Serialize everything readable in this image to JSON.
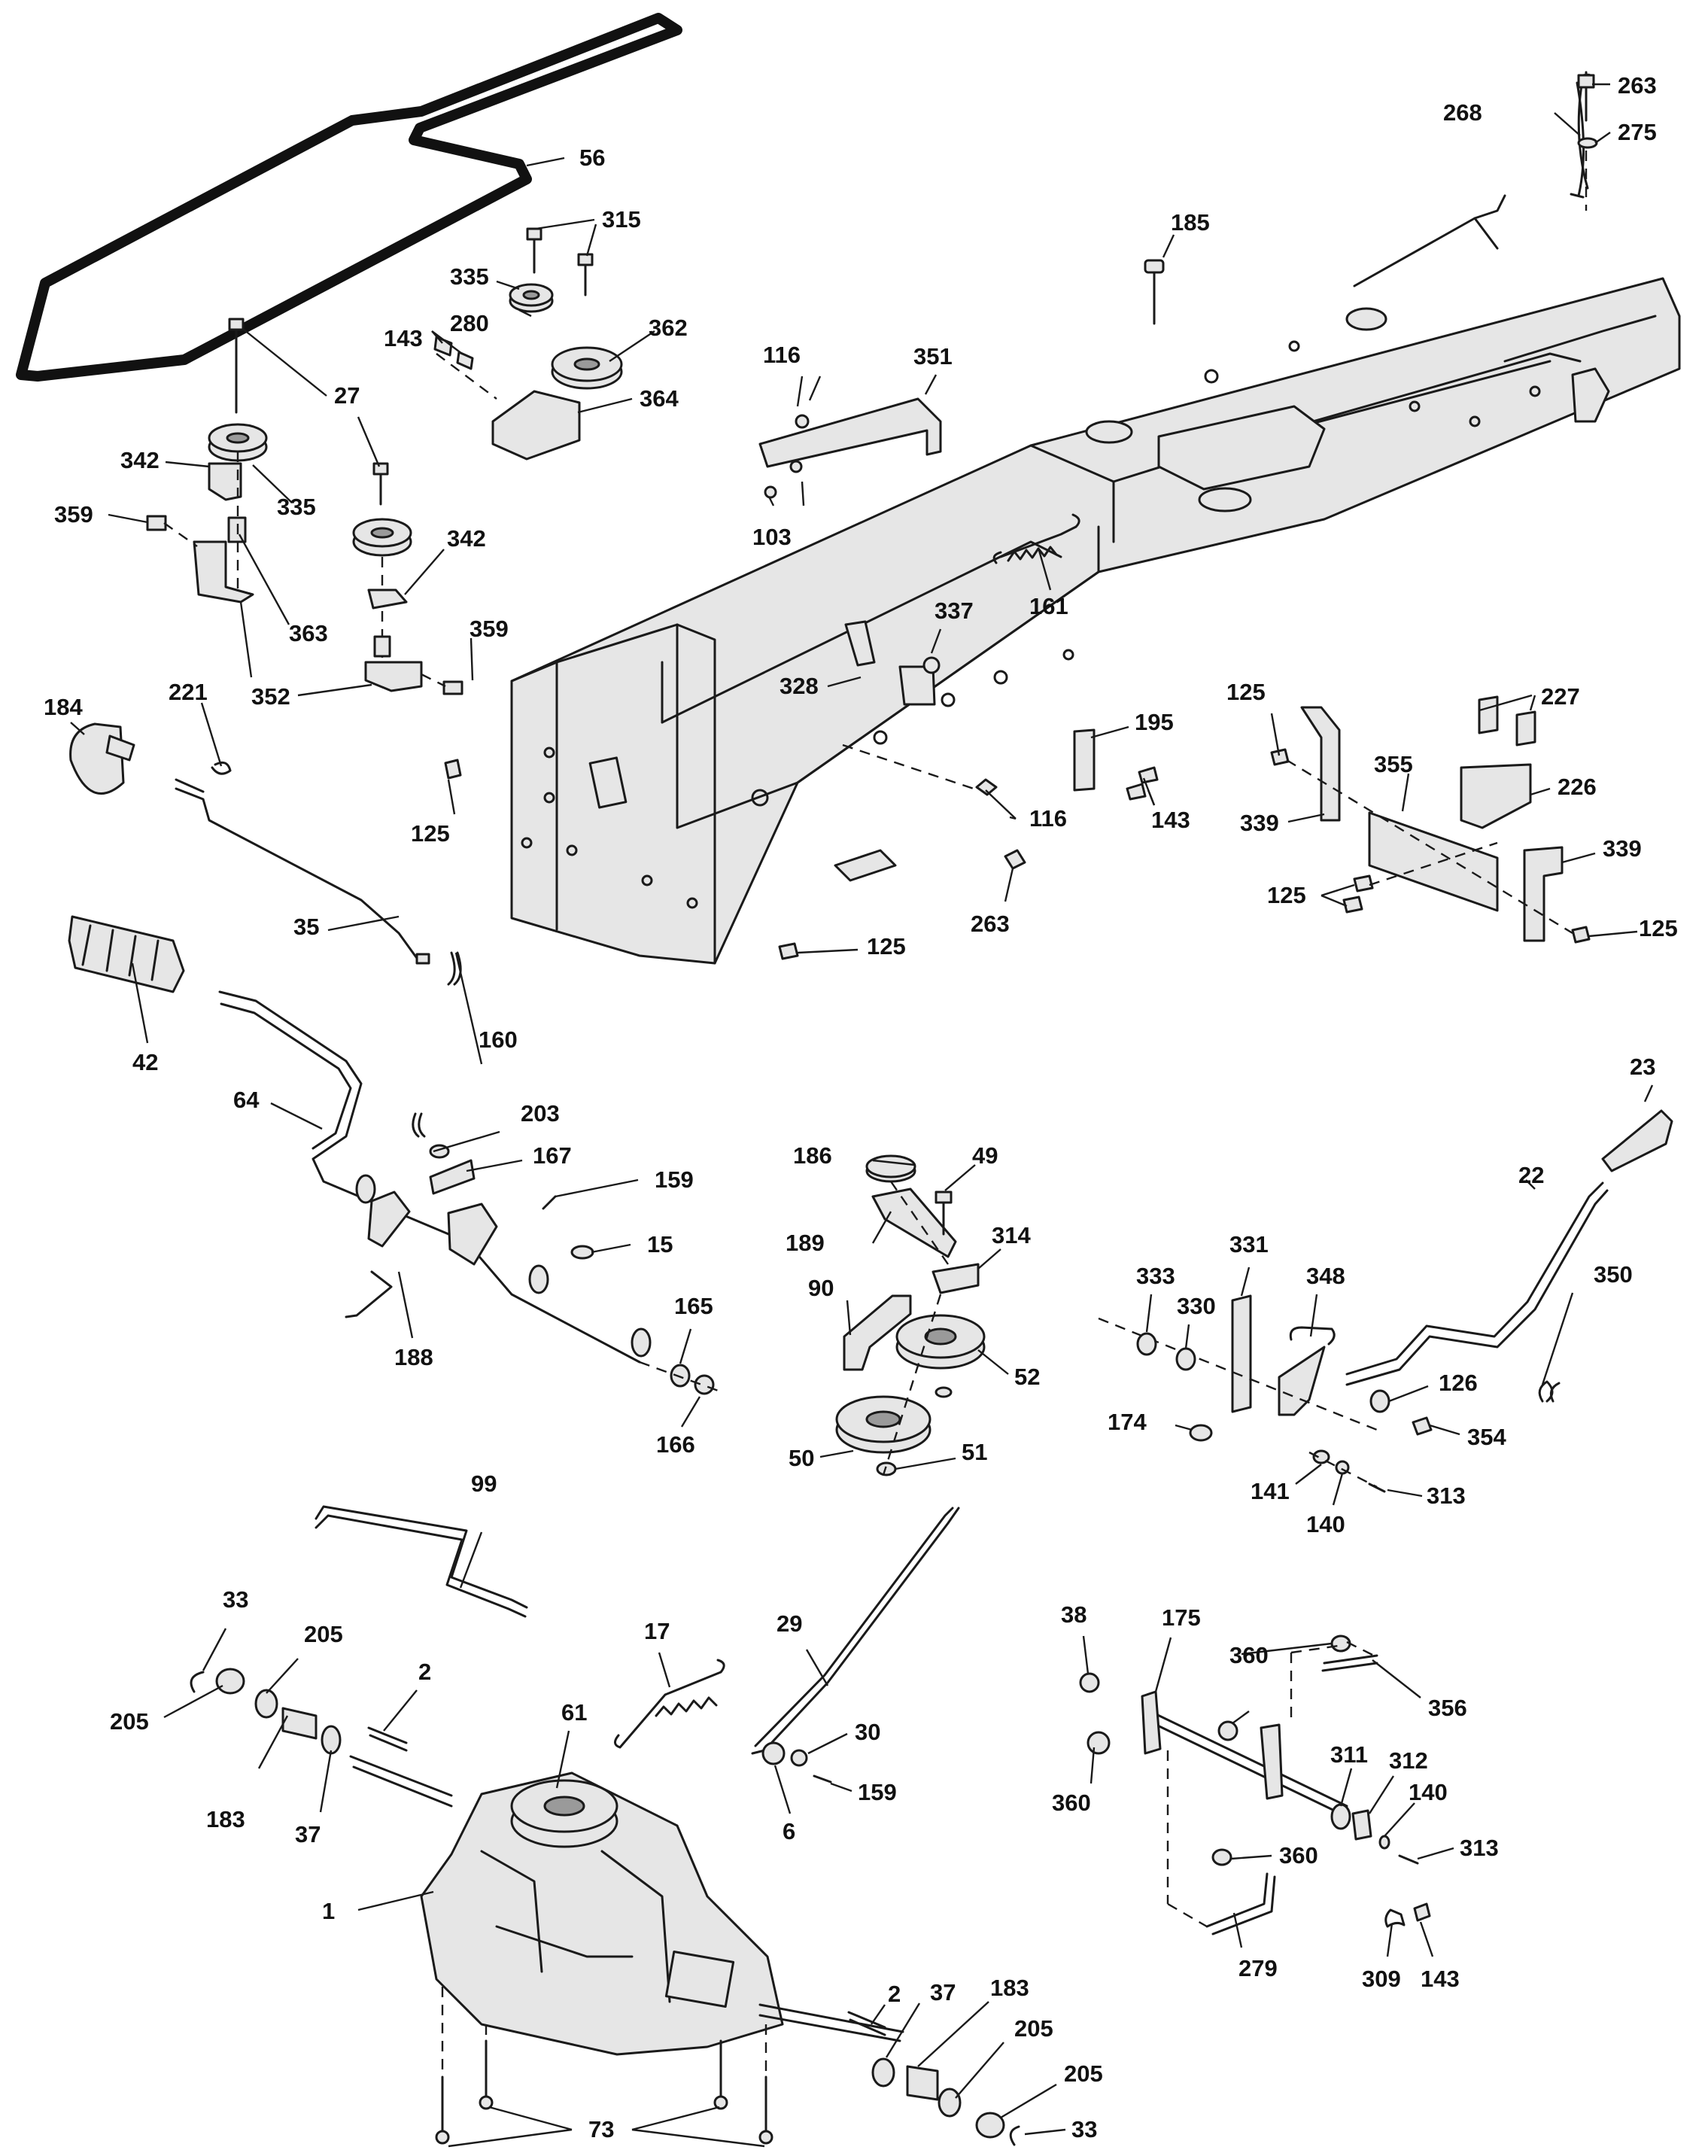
{
  "diagram": {
    "callouts": [
      {
        "id": "c-56",
        "text": "56"
      },
      {
        "id": "c-315",
        "text": "315"
      },
      {
        "id": "c-335a",
        "text": "335"
      },
      {
        "id": "c-280",
        "text": "280"
      },
      {
        "id": "c-362",
        "text": "362"
      },
      {
        "id": "c-143a",
        "text": "143"
      },
      {
        "id": "c-364",
        "text": "364"
      },
      {
        "id": "c-27",
        "text": "27"
      },
      {
        "id": "c-342a",
        "text": "342"
      },
      {
        "id": "c-335b",
        "text": "335"
      },
      {
        "id": "c-359a",
        "text": "359"
      },
      {
        "id": "c-342b",
        "text": "342"
      },
      {
        "id": "c-363",
        "text": "363"
      },
      {
        "id": "c-359b",
        "text": "359"
      },
      {
        "id": "c-352",
        "text": "352"
      },
      {
        "id": "c-184",
        "text": "184"
      },
      {
        "id": "c-221",
        "text": "221"
      },
      {
        "id": "c-125a",
        "text": "125"
      },
      {
        "id": "c-35",
        "text": "35"
      },
      {
        "id": "c-42",
        "text": "42"
      },
      {
        "id": "c-160",
        "text": "160"
      },
      {
        "id": "c-64",
        "text": "64"
      },
      {
        "id": "c-203",
        "text": "203"
      },
      {
        "id": "c-167",
        "text": "167"
      },
      {
        "id": "c-159a",
        "text": "159"
      },
      {
        "id": "c-15",
        "text": "15"
      },
      {
        "id": "c-188",
        "text": "188"
      },
      {
        "id": "c-165",
        "text": "165"
      },
      {
        "id": "c-166",
        "text": "166"
      },
      {
        "id": "c-116a",
        "text": "116"
      },
      {
        "id": "c-351",
        "text": "351"
      },
      {
        "id": "c-103",
        "text": "103"
      },
      {
        "id": "c-185",
        "text": "185"
      },
      {
        "id": "c-268",
        "text": "268"
      },
      {
        "id": "c-263a",
        "text": "263"
      },
      {
        "id": "c-275",
        "text": "275"
      },
      {
        "id": "c-161",
        "text": "161"
      },
      {
        "id": "c-337",
        "text": "337"
      },
      {
        "id": "c-328",
        "text": "328"
      },
      {
        "id": "c-195",
        "text": "195"
      },
      {
        "id": "c-143b",
        "text": "143"
      },
      {
        "id": "c-116b",
        "text": "116"
      },
      {
        "id": "c-263b",
        "text": "263"
      },
      {
        "id": "c-125b",
        "text": "125"
      },
      {
        "id": "c-125c",
        "text": "125"
      },
      {
        "id": "c-227",
        "text": "227"
      },
      {
        "id": "c-355",
        "text": "355"
      },
      {
        "id": "c-226",
        "text": "226"
      },
      {
        "id": "c-339a",
        "text": "339"
      },
      {
        "id": "c-339b",
        "text": "339"
      },
      {
        "id": "c-125d",
        "text": "125"
      },
      {
        "id": "c-125e",
        "text": "125"
      },
      {
        "id": "c-186",
        "text": "186"
      },
      {
        "id": "c-49",
        "text": "49"
      },
      {
        "id": "c-189",
        "text": "189"
      },
      {
        "id": "c-314",
        "text": "314"
      },
      {
        "id": "c-90",
        "text": "90"
      },
      {
        "id": "c-52",
        "text": "52"
      },
      {
        "id": "c-50",
        "text": "50"
      },
      {
        "id": "c-51",
        "text": "51"
      },
      {
        "id": "c-23",
        "text": "23"
      },
      {
        "id": "c-22",
        "text": "22"
      },
      {
        "id": "c-350",
        "text": "350"
      },
      {
        "id": "c-331",
        "text": "331"
      },
      {
        "id": "c-333",
        "text": "333"
      },
      {
        "id": "c-348",
        "text": "348"
      },
      {
        "id": "c-330",
        "text": "330"
      },
      {
        "id": "c-126",
        "text": "126"
      },
      {
        "id": "c-354",
        "text": "354"
      },
      {
        "id": "c-174",
        "text": "174"
      },
      {
        "id": "c-141",
        "text": "141"
      },
      {
        "id": "c-140a",
        "text": "140"
      },
      {
        "id": "c-313a",
        "text": "313"
      },
      {
        "id": "c-99",
        "text": "99"
      },
      {
        "id": "c-33a",
        "text": "33"
      },
      {
        "id": "c-205a",
        "text": "205"
      },
      {
        "id": "c-205b",
        "text": "205"
      },
      {
        "id": "c-2a",
        "text": "2"
      },
      {
        "id": "c-17",
        "text": "17"
      },
      {
        "id": "c-29",
        "text": "29"
      },
      {
        "id": "c-61",
        "text": "61"
      },
      {
        "id": "c-30",
        "text": "30"
      },
      {
        "id": "c-159b",
        "text": "159"
      },
      {
        "id": "c-183a",
        "text": "183"
      },
      {
        "id": "c-37a",
        "text": "37"
      },
      {
        "id": "c-6",
        "text": "6"
      },
      {
        "id": "c-1",
        "text": "1"
      },
      {
        "id": "c-38",
        "text": "38"
      },
      {
        "id": "c-175",
        "text": "175"
      },
      {
        "id": "c-360a",
        "text": "360"
      },
      {
        "id": "c-356",
        "text": "356"
      },
      {
        "id": "c-360b",
        "text": "360"
      },
      {
        "id": "c-311",
        "text": "311"
      },
      {
        "id": "c-312",
        "text": "312"
      },
      {
        "id": "c-140b",
        "text": "140"
      },
      {
        "id": "c-313b",
        "text": "313"
      },
      {
        "id": "c-360c",
        "text": "360"
      },
      {
        "id": "c-279",
        "text": "279"
      },
      {
        "id": "c-309",
        "text": "309"
      },
      {
        "id": "c-143c",
        "text": "143"
      },
      {
        "id": "c-2b",
        "text": "2"
      },
      {
        "id": "c-37b",
        "text": "37"
      },
      {
        "id": "c-183b",
        "text": "183"
      },
      {
        "id": "c-205c",
        "text": "205"
      },
      {
        "id": "c-205d",
        "text": "205"
      },
      {
        "id": "c-33b",
        "text": "33"
      },
      {
        "id": "c-73",
        "text": "73"
      }
    ]
  }
}
